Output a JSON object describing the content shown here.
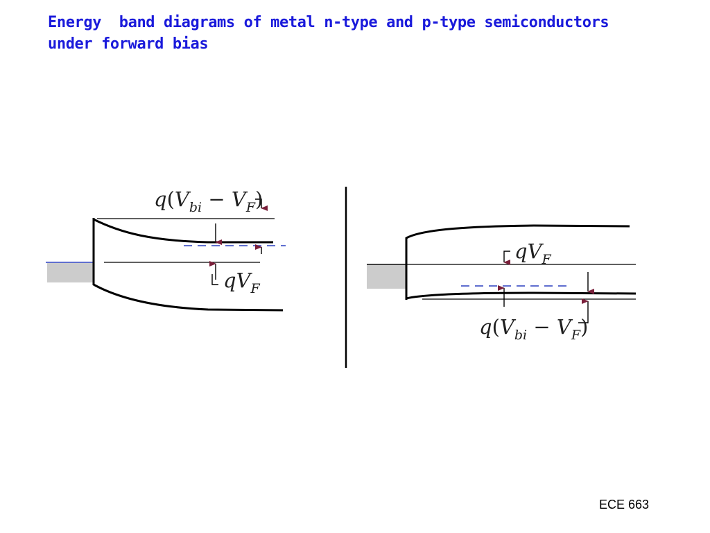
{
  "slide": {
    "title_line1": "Energy  band diagrams of metal n-type and p-type semiconductors",
    "title_line2": "under forward bias",
    "footer": "ECE 663"
  },
  "diagram_left": {
    "label_top_q": "q",
    "label_top_paren_open": "(",
    "label_top_V1": "V",
    "label_top_sub1": "bi",
    "label_top_minus": " − ",
    "label_top_V2": "V",
    "label_top_sub2": "F",
    "label_top_paren_close": ")",
    "label_bottom_q": "q",
    "label_bottom_V": "V",
    "label_bottom_sub": "F"
  },
  "diagram_right": {
    "label_top_q": "q",
    "label_top_V": "V",
    "label_top_sub": "F",
    "label_bottom_q": "q",
    "label_bottom_paren_open": "(",
    "label_bottom_V1": "V",
    "label_bottom_sub1": "bi",
    "label_bottom_minus": " − ",
    "label_bottom_V2": "V",
    "label_bottom_sub2": "F",
    "label_bottom_paren_close": ")"
  },
  "colors": {
    "title": "#1a1adb",
    "band_line": "#000000",
    "fermi_dashed": "#2a3fbf",
    "metal_fill": "#cccccc",
    "arrow_head": "#7a1f3a"
  }
}
